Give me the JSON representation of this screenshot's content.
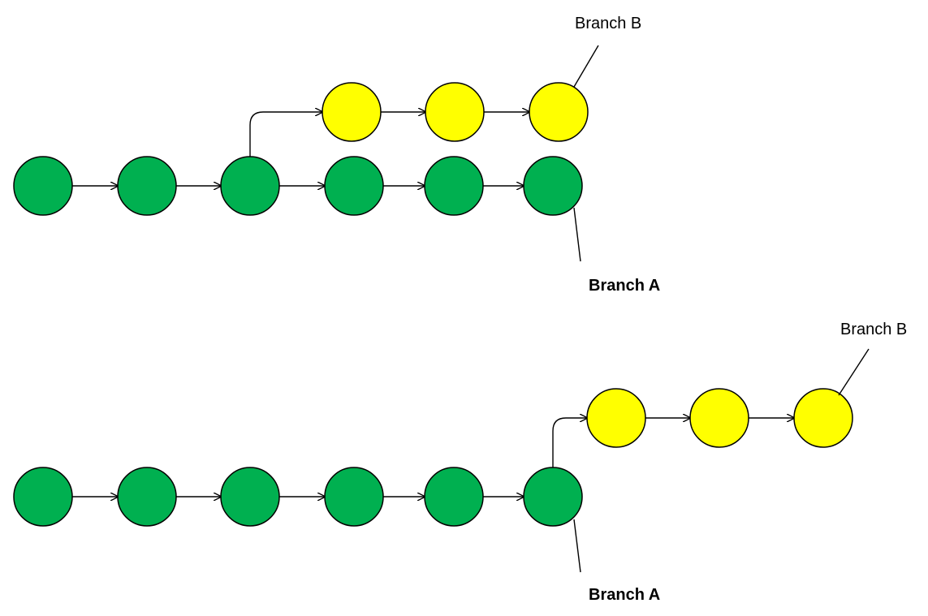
{
  "colors": {
    "branch_a_node": "#00b050",
    "branch_b_node": "#ffff00",
    "stroke": "#000000"
  },
  "diagrams": [
    {
      "name": "before-rebase",
      "branch_a_label": "Branch A",
      "branch_b_label": "Branch B",
      "branch_a_commits": 6,
      "branch_b_commits": 3,
      "fork_after_commit": 3
    },
    {
      "name": "after-rebase",
      "branch_a_label": "Branch A",
      "branch_b_label": "Branch B",
      "branch_a_commits": 6,
      "branch_b_commits": 3,
      "fork_after_commit": 6
    }
  ]
}
